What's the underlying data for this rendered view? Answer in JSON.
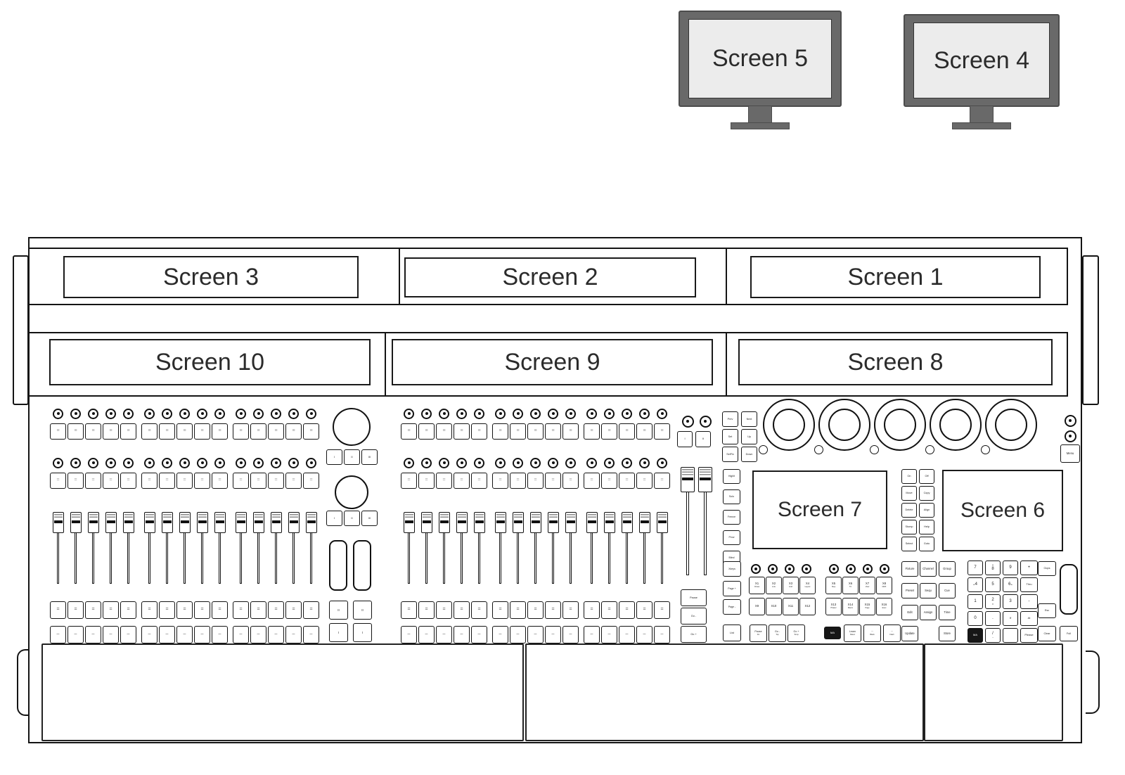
{
  "monitors": [
    {
      "label": "Screen 5"
    },
    {
      "label": "Screen 4"
    }
  ],
  "screens": {
    "row1": [
      "Screen 3",
      "Screen 2",
      "Screen 1"
    ],
    "row2": [
      "Screen 10",
      "Screen 9",
      "Screen 8"
    ],
    "mini": [
      "Screen 7",
      "Screen 6"
    ]
  },
  "exec": {
    "glyphs": {
      "knob_row_1": "≡",
      "knob_row_2": "=",
      "key_row_upper": "=",
      "key_row_lower": "–"
    }
  },
  "left_cluster": {
    "wheel_keys_top": [
      "I",
      "II",
      "III"
    ],
    "wheel_keys_bottom": [
      "I",
      "II",
      "III"
    ],
    "paddle_keys_mid": [
      "II",
      "II"
    ],
    "paddle_keys_low": [
      "I",
      "I"
    ]
  },
  "mid_cluster": {
    "keys_top": [
      "I",
      "II"
    ],
    "transport": [
      "Pause",
      "Go -",
      "Go +"
    ]
  },
  "right": {
    "nav": [
      [
        "Prev",
        "Next"
      ],
      [
        "Set",
        "Up"
      ],
      [
        "SelFix",
        "Down"
      ]
    ],
    "strip": [
      "Highlt",
      "Solo",
      "Freeze",
      "Prvw",
      "Blind"
    ],
    "center": [
      [
        "On",
        "Off"
      ],
      [
        "Move",
        "Copy"
      ],
      [
        "Delete",
        "Align"
      ],
      [
        "Stomp",
        "Help"
      ],
      [
        "Select",
        "Goto"
      ]
    ],
    "menu": "Menu",
    "xcol": [
      "Xkeys",
      "Page +",
      "Page -",
      "List"
    ],
    "xkeys_row1": [
      {
        "main": "X1",
        "sub": "Chase"
      },
      {
        "main": "X2",
        "sub": "Link"
      },
      {
        "main": "X3",
        "sub": "Grid"
      },
      {
        "main": "X4",
        "sub": "Layout"
      },
      {
        "main": "X5",
        "sub": "Step"
      },
      {
        "main": "X6",
        "sub": "TC"
      },
      {
        "main": "X7",
        "sub": "View"
      },
      {
        "main": "X8",
        "sub": "DMX"
      }
    ],
    "xkeys_row2": [
      {
        "main": "X9"
      },
      {
        "main": "X10"
      },
      {
        "main": "X11"
      },
      {
        "main": "X12"
      },
      {
        "main": "X13",
        "sub": "Phaser"
      },
      {
        "main": "X14",
        "sub": "Macro"
      },
      {
        "main": "X15",
        "sub": "Page"
      },
      {
        "main": "X16",
        "sub": "Exec"
      }
    ],
    "cmd_grid": [
      [
        "Fixture",
        "Channel",
        "Group"
      ],
      [
        "Preset",
        "Sequ",
        "Cue"
      ],
      [
        "Edit",
        "Assign",
        "Time"
      ],
      [
        "Update",
        "",
        "Store"
      ]
    ],
    "numpad": [
      [
        {
          "main": "7"
        },
        {
          "main": "8",
          "arrow": "▴",
          "pos": "top"
        },
        {
          "main": "9"
        },
        {
          "main": "+"
        }
      ],
      [
        {
          "main": "4",
          "arrow": "◂",
          "pos": "left"
        },
        {
          "main": "5"
        },
        {
          "main": "6",
          "arrow": "▸",
          "pos": "right"
        },
        {
          "main": "Thru"
        }
      ],
      [
        {
          "main": "1"
        },
        {
          "main": "2",
          "arrow": "▾",
          "pos": "bottom"
        },
        {
          "main": "3"
        },
        {
          "main": "-"
        }
      ],
      [
        {
          "main": "0"
        },
        {
          "main": "."
        },
        {
          "main": "If"
        },
        {
          "main": "At"
        }
      ],
      [
        {
          "main": "MA",
          "black": true
        },
        {
          "main": "/",
          "sub": "*"
        },
        {
          "main": ""
        },
        {
          "main": "Please"
        }
      ]
    ],
    "side": [
      "Oops",
      "Esc",
      "Clear",
      "Full"
    ],
    "transport_row": [
      {
        "main": "Pause",
        "sub": "Fix"
      },
      {
        "main": "Go -",
        "sub": "Top"
      },
      {
        "main": "Go +",
        "sub": "Temp"
      }
    ],
    "ma_key": "MA",
    "learn_row": [
      {
        "main": "Learn",
        "sub": "Rate1"
      },
      {
        "main": "···",
        "sub": "Black"
      },
      {
        "main": "···",
        "sub": "Flash"
      }
    ]
  }
}
